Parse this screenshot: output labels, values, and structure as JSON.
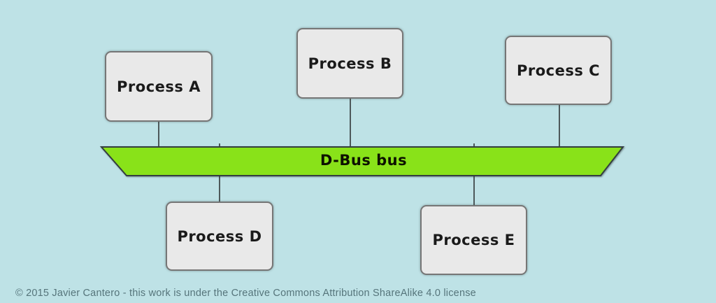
{
  "diagram": {
    "background_color": "#bee2e6",
    "bus": {
      "label": "D-Bus bus",
      "fill": "#89e219",
      "stroke": "#333e40"
    },
    "nodes": [
      {
        "id": "A",
        "label": "Process A"
      },
      {
        "id": "B",
        "label": "Process B"
      },
      {
        "id": "C",
        "label": "Process C"
      },
      {
        "id": "D",
        "label": "Process D"
      },
      {
        "id": "E",
        "label": "Process E"
      }
    ],
    "node_fill": "#e9e9e9",
    "footer": {
      "text": "© 2015 Javier Cantero - this work is under the Creative Commons Attribution ShareAlike 4.0 license"
    }
  }
}
